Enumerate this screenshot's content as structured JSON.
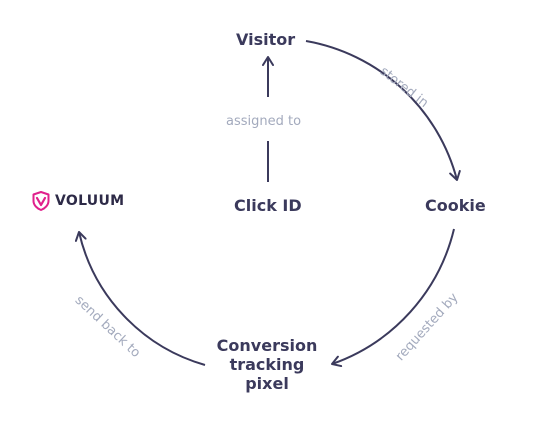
{
  "nodes": {
    "visitor": "Visitor",
    "cookie": "Cookie",
    "click_id": "Click ID",
    "conversion_line1": "Conversion",
    "conversion_line2": "tracking",
    "conversion_line3": "pixel"
  },
  "edges": {
    "stored_in": "stored in",
    "requested_by": "requested by",
    "send_back_to": "send back to",
    "assigned_to": "assigned to"
  },
  "logo": {
    "text": "VOLUUM",
    "icon": "voluum-shield-icon",
    "color": "#e0208c"
  },
  "colors": {
    "node_text": "#3b3a5c",
    "arrow": "#3b3a5c",
    "edge_label": "#a3aabd"
  }
}
